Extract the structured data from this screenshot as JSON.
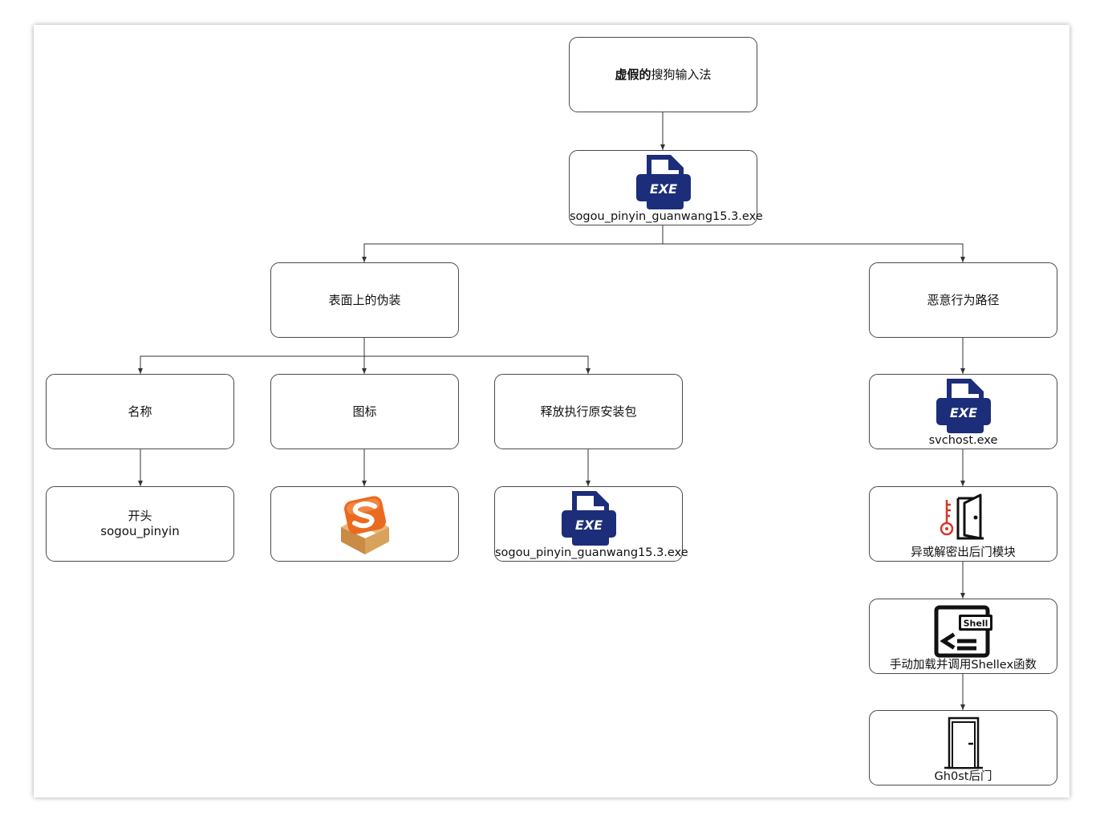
{
  "root": {
    "bold": "虚假的",
    "rest": "搜狗输入法"
  },
  "exe_main": {
    "icon": "exe-file-icon",
    "icon_text": "EXE",
    "label": "sogou_pinyin_guanwang15.3.exe"
  },
  "disguise": {
    "label": "表面上的伪装"
  },
  "malicious_path": {
    "label": "恶意行为路径"
  },
  "name_node": {
    "label": "名称"
  },
  "icon_node": {
    "label": "图标"
  },
  "release_node": {
    "label": "释放执行原安装包"
  },
  "prefix_node": {
    "line1": "开头",
    "line2": "sogou_pinyin"
  },
  "sogou_icon_node": {
    "icon": "sogou-logo-icon"
  },
  "release_exe": {
    "icon": "exe-file-icon",
    "icon_text": "EXE",
    "label": "sogou_pinyin_guanwang15.3.exe"
  },
  "svchost": {
    "icon": "exe-file-icon",
    "icon_text": "EXE",
    "label": "svchost.exe"
  },
  "decrypt": {
    "icon": "door-key-icon",
    "label": "异或解密出后门模块"
  },
  "shellex": {
    "icon": "shell-terminal-icon",
    "icon_text": "Shell",
    "label": "手动加载并调用Shellex函数"
  },
  "gh0st": {
    "icon": "door-icon",
    "label": "Gh0st后门"
  },
  "colors": {
    "exe_icon": "#1c2d7a",
    "sogou_orange": "#ea6a1f",
    "key_red": "#d9352a",
    "line": "#333333"
  }
}
